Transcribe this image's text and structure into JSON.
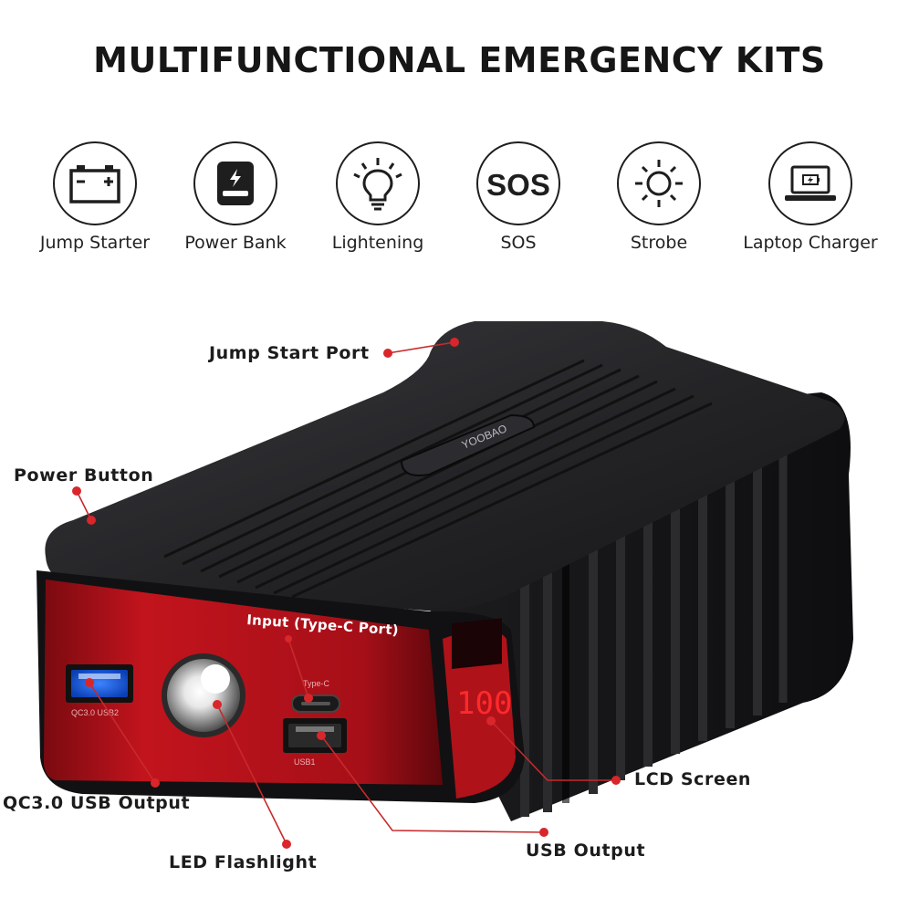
{
  "title": "MULTIFUNCTIONAL EMERGENCY KITS",
  "features": [
    {
      "label": "Jump Starter",
      "icon": "car-battery-icon"
    },
    {
      "label": "Power Bank",
      "icon": "power-bank-icon"
    },
    {
      "label": "Lightening",
      "icon": "light-bulb-icon"
    },
    {
      "label": "SOS",
      "icon": "sos-icon",
      "icon_text": "SOS"
    },
    {
      "label": "Strobe",
      "icon": "strobe-sun-icon"
    },
    {
      "label": "Laptop Charger",
      "icon": "laptop-icon"
    }
  ],
  "product": {
    "brand": "YOOBAO",
    "lcd_value": "100",
    "port_labels": {
      "qc": "QC3.0 USB2",
      "typec": "Type-C",
      "usb1": "USB1"
    },
    "colors": {
      "body": "#1d1d1f",
      "accent_red": "#b5121b",
      "lcd_red": "#ff2a2a"
    }
  },
  "callouts": {
    "jump_start_port": "Jump Start Port",
    "power_button": "Power Button",
    "input_port": "Input (Type-C Port)",
    "qc_usb_output": "QC3.0 USB Output",
    "led_flashlight": "LED Flashlight",
    "usb_output": "USB Output",
    "lcd_screen": "LCD Screen"
  }
}
